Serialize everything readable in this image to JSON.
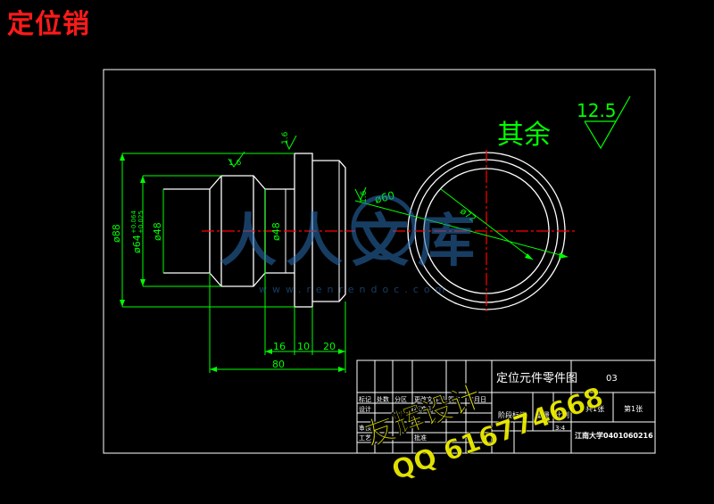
{
  "page_title": "定位销",
  "drawing": {
    "roughness_other_label": "其余",
    "roughness_other_value": "12.5",
    "surface_finish_marks": [
      "1.6",
      "1.6",
      "1.6"
    ],
    "dimensions": {
      "dia_88": "ø88",
      "dia_64": "ø64",
      "dia_64_tol_upper": "+0.064",
      "dia_64_tol_lower": "+0.025",
      "dia_48_left": "ø48",
      "dia_48_mid": "ø48",
      "dia_60": "ø60",
      "dia_72": "ø72",
      "len_16": "16",
      "len_10": "10",
      "len_20": "20",
      "len_80": "80"
    }
  },
  "title_block": {
    "part_name": "定位元件零件图",
    "drawing_no": "03",
    "total_sheets": "共1张",
    "sheet_no": "第1张",
    "stage_mark": "阶段标记",
    "weight": "重量",
    "scale_label": "比例",
    "scale_value": "3:4",
    "student_id": "江南大学0401060216",
    "rows": [
      "标记",
      "处数",
      "分区",
      "更改文件号",
      "签名",
      "年月日",
      "设计",
      "标准化",
      "审核",
      "工艺",
      "批准"
    ]
  },
  "watermarks": {
    "brand": "人人文库",
    "site": "www.renrendoc.com",
    "designer": "友辉设计",
    "qq": "QQ 616774668"
  },
  "colors": {
    "background": "#000000",
    "outline": "#ffffff",
    "dimension": "#00ff00",
    "centerline": "#ff0000",
    "title": "#ff1a1a",
    "watermark_yellow": "#f4f400"
  }
}
